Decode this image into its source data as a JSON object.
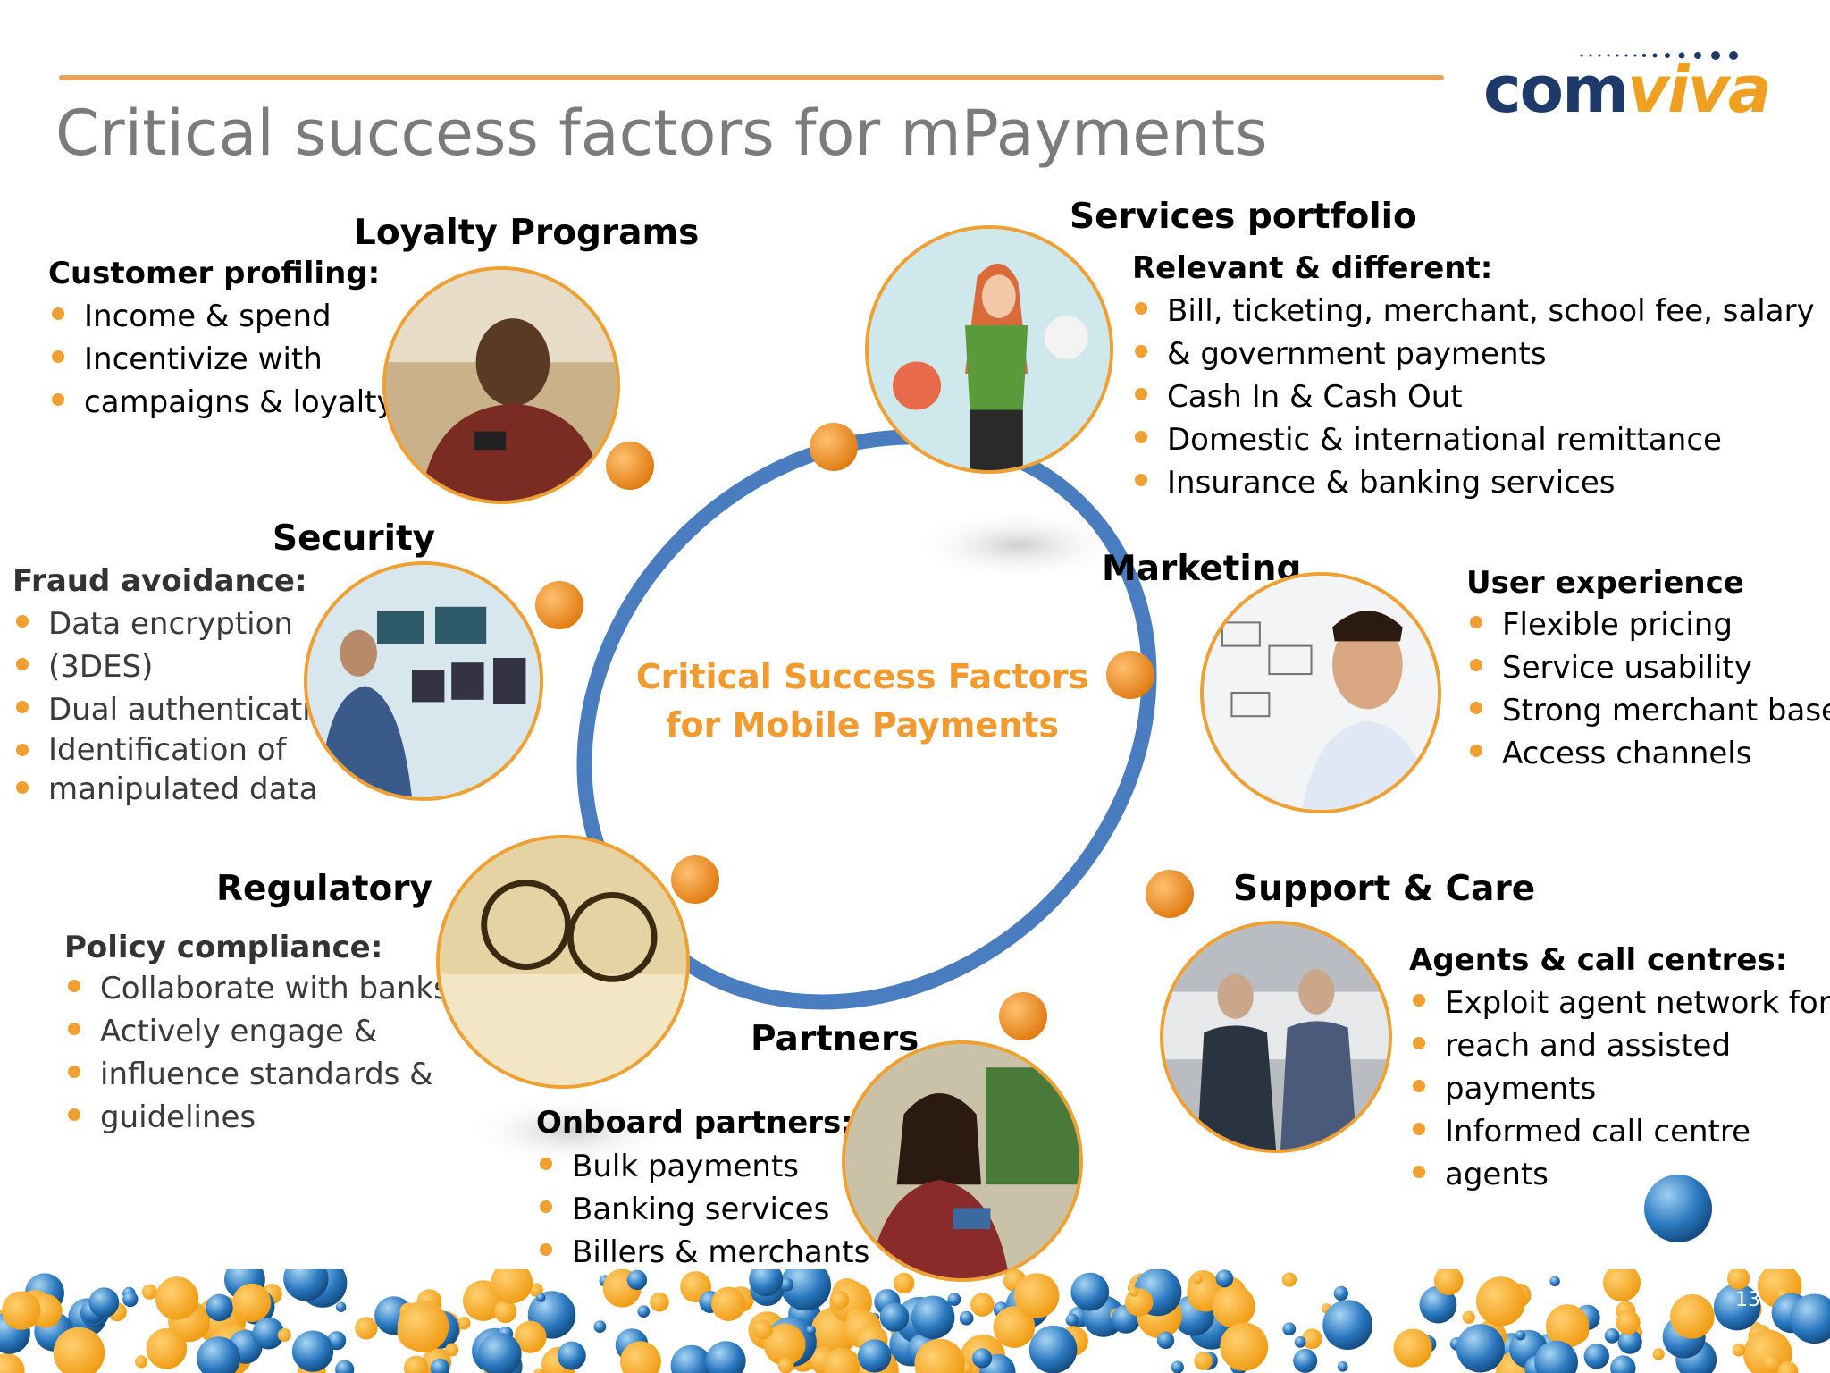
{
  "header": {
    "title": "Critical success factors for mPayments",
    "logo_text_a": "com",
    "logo_text_b": "viva"
  },
  "center": {
    "line1": "Critical Success Factors",
    "line2": "for Mobile Payments"
  },
  "sections": {
    "loyalty": {
      "title": "Loyalty Programs",
      "subtitle": "Customer profiling:",
      "items": [
        "Income & spend",
        "Incentivize with",
        "campaigns & loyalty"
      ]
    },
    "services": {
      "title": "Services portfolio",
      "subtitle": "Relevant & different:",
      "items": [
        "Bill, ticketing, merchant, school fee, salary",
        "& government payments",
        "Cash In & Cash Out",
        "Domestic & international remittance",
        "Insurance & banking services"
      ]
    },
    "security": {
      "title": "Security",
      "subtitle": "Fraud avoidance:",
      "items": [
        "Data encryption",
        "(3DES)",
        "Dual authentication",
        "Identification of",
        "manipulated data"
      ]
    },
    "marketing": {
      "title": "Marketing",
      "subtitle": "User experience",
      "items": [
        "Flexible pricing",
        "Service usability",
        "Strong merchant base",
        "Access channels"
      ]
    },
    "regulatory": {
      "title": "Regulatory",
      "subtitle": "Policy compliance:",
      "items": [
        "Collaborate with banks",
        "Actively engage &",
        "influence standards &",
        "guidelines"
      ]
    },
    "support": {
      "title": "Support & Care",
      "subtitle": "Agents & call centres:",
      "items": [
        "Exploit agent network for",
        "reach and assisted",
        "payments",
        "Informed call centre",
        "agents"
      ]
    },
    "partners": {
      "title": "Partners",
      "subtitle": "Onboard partners:",
      "items": [
        "Bulk payments",
        "Banking services",
        "Billers & merchants"
      ]
    }
  },
  "footer": {
    "page_number": "13"
  },
  "colors": {
    "accent_orange": "#f0a030",
    "ring_blue": "#4a7cc0",
    "title_grey": "#7b7b7b",
    "logo_navy": "#1e3a6b"
  }
}
